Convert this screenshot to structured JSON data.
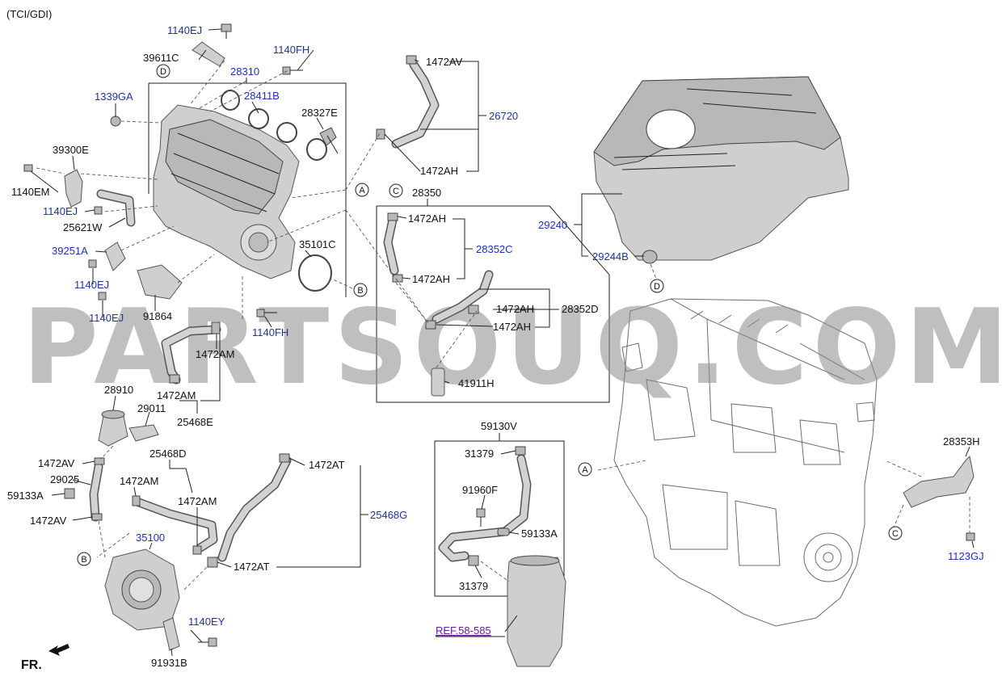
{
  "header": {
    "variant": "(TCI/GDI)"
  },
  "footer": {
    "front": "FR."
  },
  "watermark": "PARTSOUQ.COM",
  "colors": {
    "link": "#1a2fc2",
    "label": "#111111",
    "ref": "#6a1aa8"
  },
  "callouts": {
    "A": "A",
    "B": "B",
    "C": "C",
    "D": "D"
  },
  "labels": {
    "l_1140EJ_a": "1140EJ",
    "l_39611C": "39611C",
    "l_1140FH_a": "1140FH",
    "l_28310": "28310",
    "l_1339GA": "1339GA",
    "l_28411B": "28411B",
    "l_28327E": "28327E",
    "l_39300E": "39300E",
    "l_1140EM": "1140EM",
    "l_1140EJ_b": "1140EJ",
    "l_25621W": "25621W",
    "l_39251A": "39251A",
    "l_1140EJ_c": "1140EJ",
    "l_1140EJ_d": "1140EJ",
    "l_91864": "91864",
    "l_35101C": "35101C",
    "l_1140FH_b": "1140FH",
    "l_1472AM_a": "1472AM",
    "l_1472AM_b": "1472AM",
    "l_25468E": "25468E",
    "l_28910": "28910",
    "l_29011": "29011",
    "l_1472AV_a": "1472AV",
    "l_29025": "29025",
    "l_59133A_a": "59133A",
    "l_1472AV_b": "1472AV",
    "l_25468D": "25468D",
    "l_1472AM_c": "1472AM",
    "l_1472AM_d": "1472AM",
    "l_35100": "35100",
    "l_1472AT_a": "1472AT",
    "l_25468G": "25468G",
    "l_1472AT_b": "1472AT",
    "l_1140EY": "1140EY",
    "l_91931B": "91931B",
    "l_1472AV_c": "1472AV",
    "l_26720": "26720",
    "l_1472AH_a": "1472AH",
    "l_28350": "28350",
    "l_1472AH_b": "1472AH",
    "l_28352C": "28352C",
    "l_1472AH_c": "1472AH",
    "l_1472AH_d": "1472AH",
    "l_28352D": "28352D",
    "l_1472AH_e": "1472AH",
    "l_41911H": "41911H",
    "l_59130V": "59130V",
    "l_31379_a": "31379",
    "l_91960F": "91960F",
    "l_59133A_b": "59133A",
    "l_31379_b": "31379",
    "l_REF": "REF.58-585",
    "l_29240": "29240",
    "l_29244B": "29244B",
    "l_28353H": "28353H",
    "l_1123GJ": "1123GJ"
  }
}
